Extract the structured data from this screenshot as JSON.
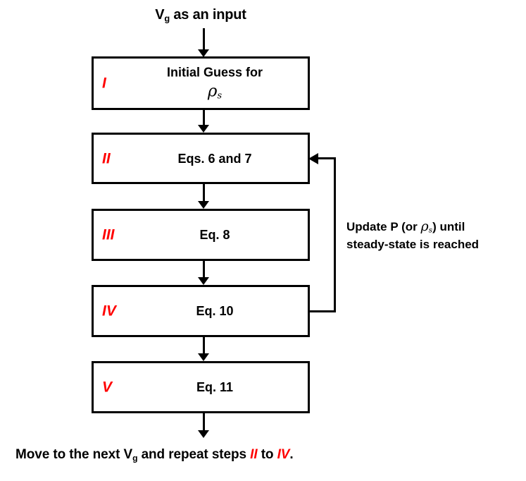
{
  "diagram": {
    "title": "Vg as an input",
    "accent_color": "#ff0000",
    "line_color": "#000000",
    "background": "#ffffff"
  },
  "header": {
    "prefix": "V",
    "subscript": "g",
    "suffix": " as an input"
  },
  "steps": [
    {
      "numeral": "I",
      "label_line1": "Initial Guess for",
      "label_line2_symbol": "ρ",
      "label_line2_subscript": "s"
    },
    {
      "numeral": "II",
      "label_line1": "Eqs. 6 and 7",
      "label_line2_symbol": "",
      "label_line2_subscript": ""
    },
    {
      "numeral": "III",
      "label_line1": "Eq. 8",
      "label_line2_symbol": "",
      "label_line2_subscript": ""
    },
    {
      "numeral": "IV",
      "label_line1": "Eq. 10",
      "label_line2_symbol": "",
      "label_line2_subscript": ""
    },
    {
      "numeral": "V",
      "label_line1": "Eq. 11",
      "label_line2_symbol": "",
      "label_line2_subscript": ""
    }
  ],
  "feedback": {
    "note_line1_pre": "Update P (or ",
    "note_line1_symbol": "ρ",
    "note_line1_subscript": "s",
    "note_line1_post": ") until",
    "note_line2": "steady-state is reached",
    "from_step": "IV",
    "to_step": "II"
  },
  "footer": {
    "part1": "Move to the next V",
    "subscript": "g",
    "part2": " and repeat steps ",
    "numeral_from": "II",
    "part3": " to ",
    "numeral_to": "IV",
    "part4": "."
  }
}
